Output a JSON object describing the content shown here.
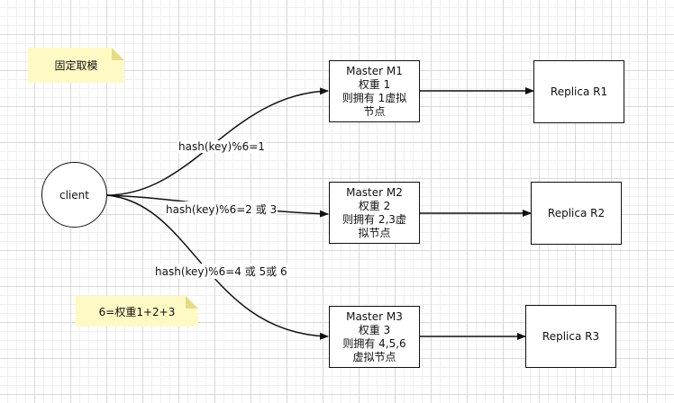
{
  "notes": {
    "mod": "固定取模",
    "weight_sum": "6=权重1+2+3"
  },
  "client": {
    "label": "client"
  },
  "masters": [
    {
      "name": "Master M1",
      "weight": "权重 1",
      "line3": "则拥有 1虚拟",
      "line4": "节点"
    },
    {
      "name": "Master M2",
      "weight": "权重 2",
      "line3": "则拥有 2,3虚",
      "line4": "拟节点"
    },
    {
      "name": "Master M3",
      "weight": "权重 3",
      "line3": "则拥有 4,5,6",
      "line4": "虚拟节点"
    }
  ],
  "replicas": [
    {
      "label": "Replica R1"
    },
    {
      "label": "Replica R2"
    },
    {
      "label": "Replica R3"
    }
  ],
  "edges": [
    {
      "label": "hash(key)%6=1"
    },
    {
      "label": "hash(key)%6=2 或 3"
    },
    {
      "label": "hash(key)%6=4 或 5或 6"
    }
  ],
  "colors": {
    "note_fill": "#fff9c4",
    "stroke": "#111111"
  }
}
